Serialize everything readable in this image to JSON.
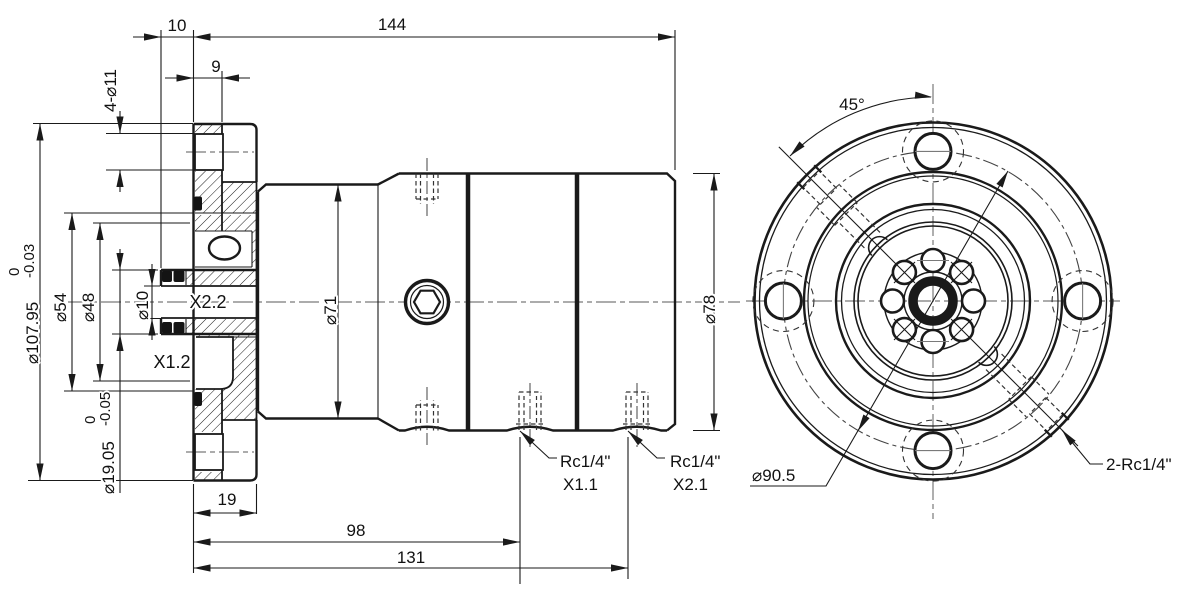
{
  "app": {
    "background": "#ffffff",
    "line_color": "#1a1a1a",
    "centerline_color": "#7a7a7a"
  },
  "side_view": {
    "dim_10": "10",
    "dim_144": "144",
    "dim_9": "9",
    "dim_bolt_holes": "4-⌀11",
    "dim_flange_od": {
      "main": "⌀107.95",
      "tol_upper": "0",
      "tol_lower": "-0.03"
    },
    "dim_54": "⌀54",
    "dim_48": "⌀48",
    "dim_bore": "⌀10",
    "dim_shaft": {
      "main": "⌀19.05",
      "tol_upper": "0",
      "tol_lower": "-0.05"
    },
    "dim_71": "⌀71",
    "dim_78": "⌀78",
    "dim_19": "19",
    "dim_98": "98",
    "dim_131": "131",
    "label_x22": "X2.2",
    "label_x12": "X1.2",
    "port_x11": {
      "line1": "Rc1/4\"",
      "line2": "X1.1"
    },
    "port_x21": {
      "line1": "Rc1/4\"",
      "line2": "X2.1"
    }
  },
  "front_view": {
    "dim_angle": "45°",
    "dim_bolt_circle": "⌀90.5",
    "label_side_ports": "2-Rc1/4\""
  }
}
